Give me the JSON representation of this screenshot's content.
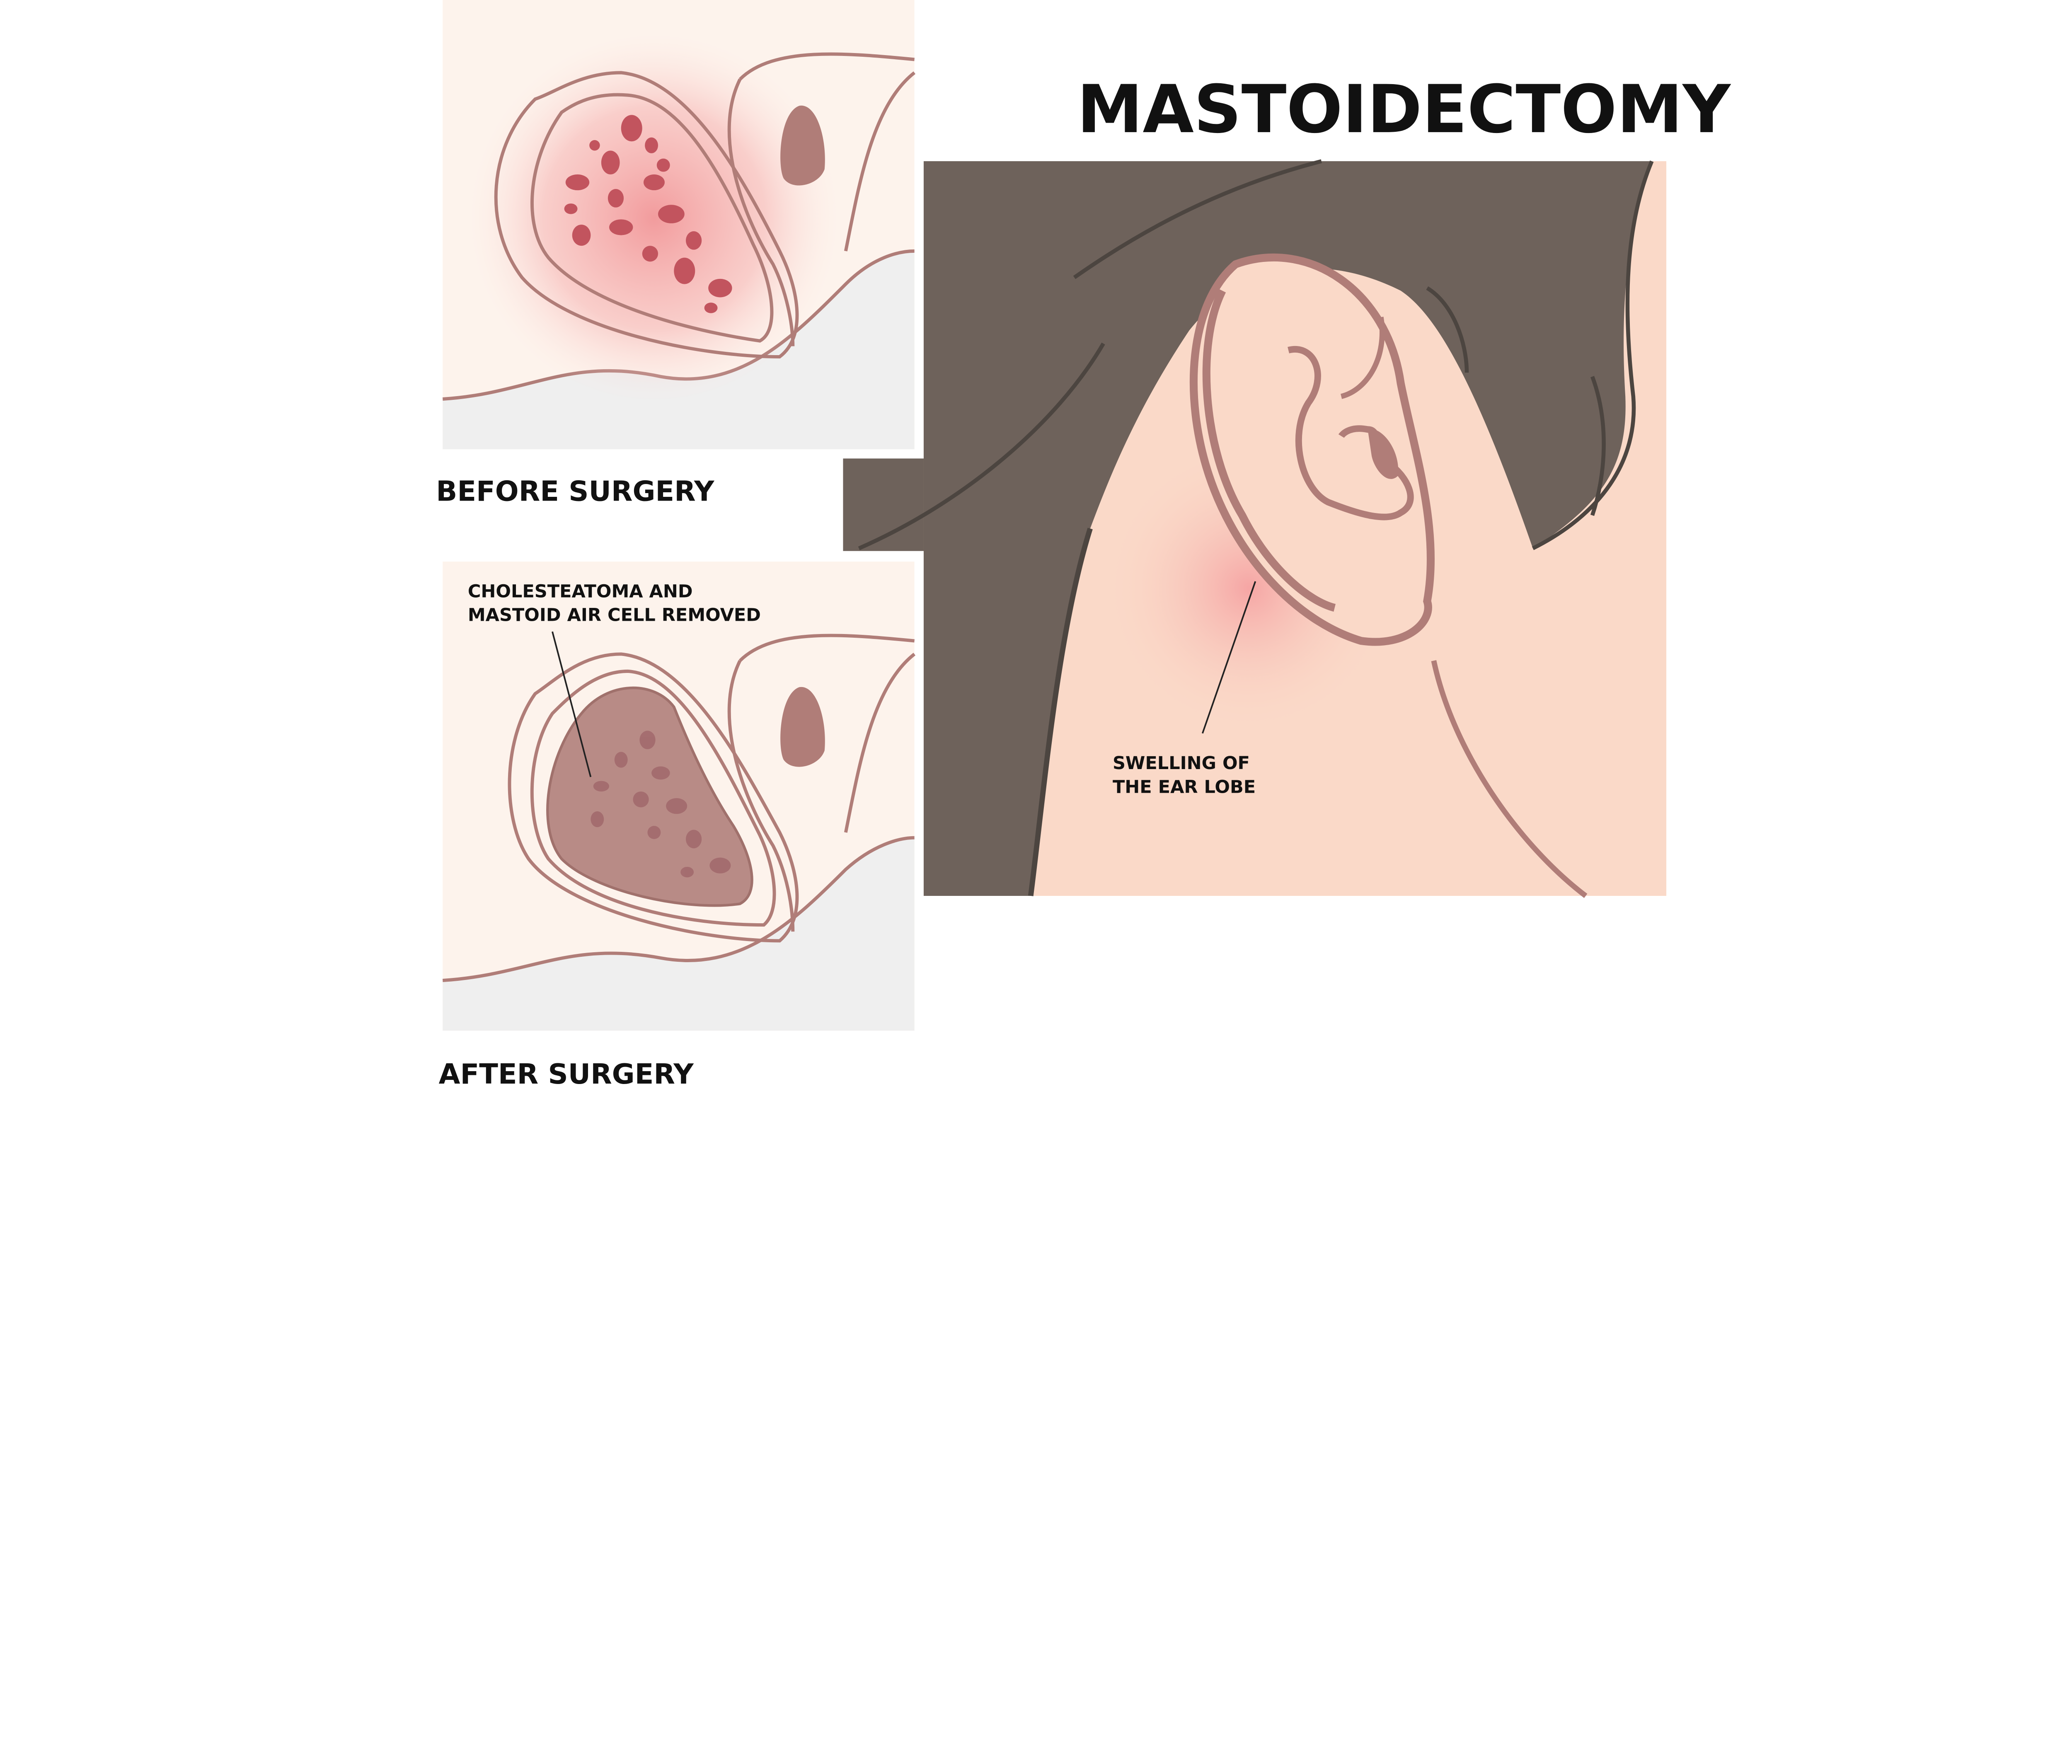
{
  "title": "MASTOIDECTOMY",
  "panels": {
    "before": {
      "label": "BEFORE SURGERY"
    },
    "after": {
      "label": "AFTER SURGERY",
      "annotation_line1": "CHOLESTEATOMA AND",
      "annotation_line2": "MASTOID AIR CELL REMOVED"
    },
    "ear": {
      "annotation_line1": "SWELLING OF",
      "annotation_line2": "THE EAR LOBE"
    }
  },
  "colors": {
    "panel_bg": "#fdf3ec",
    "bone_gray": "#efefef",
    "outline": "#b07d78",
    "inflammation": "#f29a9a",
    "air_cells": "#c2545e",
    "hair": "#6e625b",
    "skin": "#fad9c8",
    "cavity": "#b88b86"
  }
}
